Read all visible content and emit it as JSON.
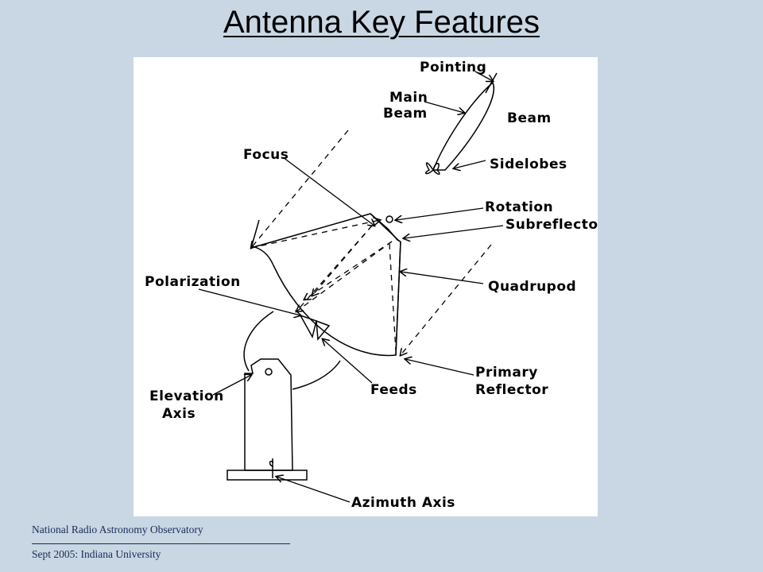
{
  "title": "Antenna Key Features",
  "diagram": {
    "labels": {
      "pointing": "Pointing",
      "main_beam_1": "Main",
      "main_beam_2": "Beam",
      "beam": "Beam",
      "sidelobes": "Sidelobes",
      "focus": "Focus",
      "rotation": "Rotation",
      "subreflector": "Subreflector",
      "polarization": "Polarization",
      "quadrupod": "Quadrupod",
      "elevation_1": "Elevation",
      "elevation_2": "Axis",
      "feeds": "Feeds",
      "primary_1": "Primary",
      "primary_2": "Reflector",
      "azimuth": "Azimuth Axis"
    }
  },
  "footer": {
    "org": "National Radio Astronomy Observatory",
    "event": "Sept 2005: Indiana University"
  },
  "colors": {
    "background": "#c9d7e4",
    "footer_text": "#1a2a56"
  }
}
